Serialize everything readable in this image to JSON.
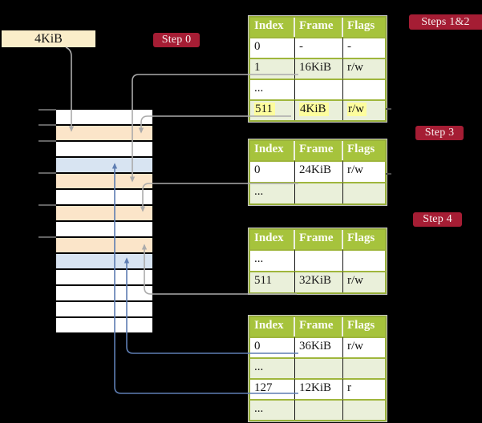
{
  "legend": {
    "label": "4KiB"
  },
  "badges": [
    {
      "id": "step0",
      "label": "Step 0"
    },
    {
      "id": "steps12",
      "label": "Steps 1&2"
    },
    {
      "id": "step3",
      "label": "Step 3"
    },
    {
      "id": "step4",
      "label": "Step 4"
    }
  ],
  "memory": {
    "rows": [
      {
        "color": "white"
      },
      {
        "color": "peach"
      },
      {
        "color": "white"
      },
      {
        "color": "blue"
      },
      {
        "color": "peach"
      },
      {
        "color": "white"
      },
      {
        "color": "peach"
      },
      {
        "color": "white"
      },
      {
        "color": "peach"
      },
      {
        "color": "blue"
      },
      {
        "color": "white"
      },
      {
        "color": "white"
      },
      {
        "color": "white"
      },
      {
        "color": "white"
      }
    ],
    "tick_boundaries": [
      0,
      1,
      2,
      4,
      6,
      8
    ]
  },
  "tables": [
    {
      "step": "Steps 1&2",
      "columns": [
        "Index",
        "Frame",
        "Flags"
      ],
      "rows": [
        {
          "cells": [
            "0",
            "-",
            "-"
          ]
        },
        {
          "cells": [
            "1",
            "16KiB",
            "r/w"
          ]
        },
        {
          "cells": [
            "...",
            "",
            ""
          ]
        },
        {
          "cells": [
            "511",
            "4KiB",
            "r/w"
          ],
          "highlight": true
        }
      ]
    },
    {
      "step": "Step 3",
      "columns": [
        "Index",
        "Frame",
        "Flags"
      ],
      "rows": [
        {
          "cells": [
            "0",
            "24KiB",
            "r/w"
          ]
        },
        {
          "cells": [
            "...",
            "",
            ""
          ]
        }
      ]
    },
    {
      "step": "Step 4",
      "columns": [
        "Index",
        "Frame",
        "Flags"
      ],
      "rows": [
        {
          "cells": [
            "...",
            "",
            ""
          ]
        },
        {
          "cells": [
            "511",
            "32KiB",
            "r/w"
          ]
        }
      ]
    },
    {
      "step": "final",
      "columns": [
        "Index",
        "Frame",
        "Flags"
      ],
      "rows": [
        {
          "cells": [
            "0",
            "36KiB",
            "r/w"
          ]
        },
        {
          "cells": [
            "...",
            "",
            ""
          ]
        },
        {
          "cells": [
            "127",
            "12KiB",
            "r"
          ]
        },
        {
          "cells": [
            "...",
            "",
            ""
          ]
        }
      ]
    }
  ],
  "connectors": [
    {
      "id": "legend-arrow",
      "color": "gray"
    },
    {
      "id": "t1-row1-to-16kib",
      "color": "gray"
    },
    {
      "id": "t1-row511-to-4kib",
      "color": "gray"
    },
    {
      "id": "t2-row0-to-24kib",
      "color": "gray"
    },
    {
      "id": "t3-row511-to-32kib",
      "color": "gray"
    },
    {
      "id": "t4-row0-to-36kib",
      "color": "blue"
    },
    {
      "id": "t4-row127-to-12kib",
      "color": "blue"
    },
    {
      "id": "stub-t1-row511",
      "color": "stub"
    },
    {
      "id": "stub-t2-row0",
      "color": "stub"
    }
  ],
  "colors": {
    "badge_crimson": "#A51D34",
    "table_header_green": "#A6C33C",
    "table_border_olive": "#97AF39",
    "table_row_green": "#EAF0DA",
    "memory_peach": "#FBE5C9",
    "memory_blue": "#D8E4F2",
    "highlight_yellow": "#FDFD9E",
    "gray_line": "#ABABAB",
    "blue_line": "#5E7DB2",
    "stub_line": "#4A4A4A"
  }
}
